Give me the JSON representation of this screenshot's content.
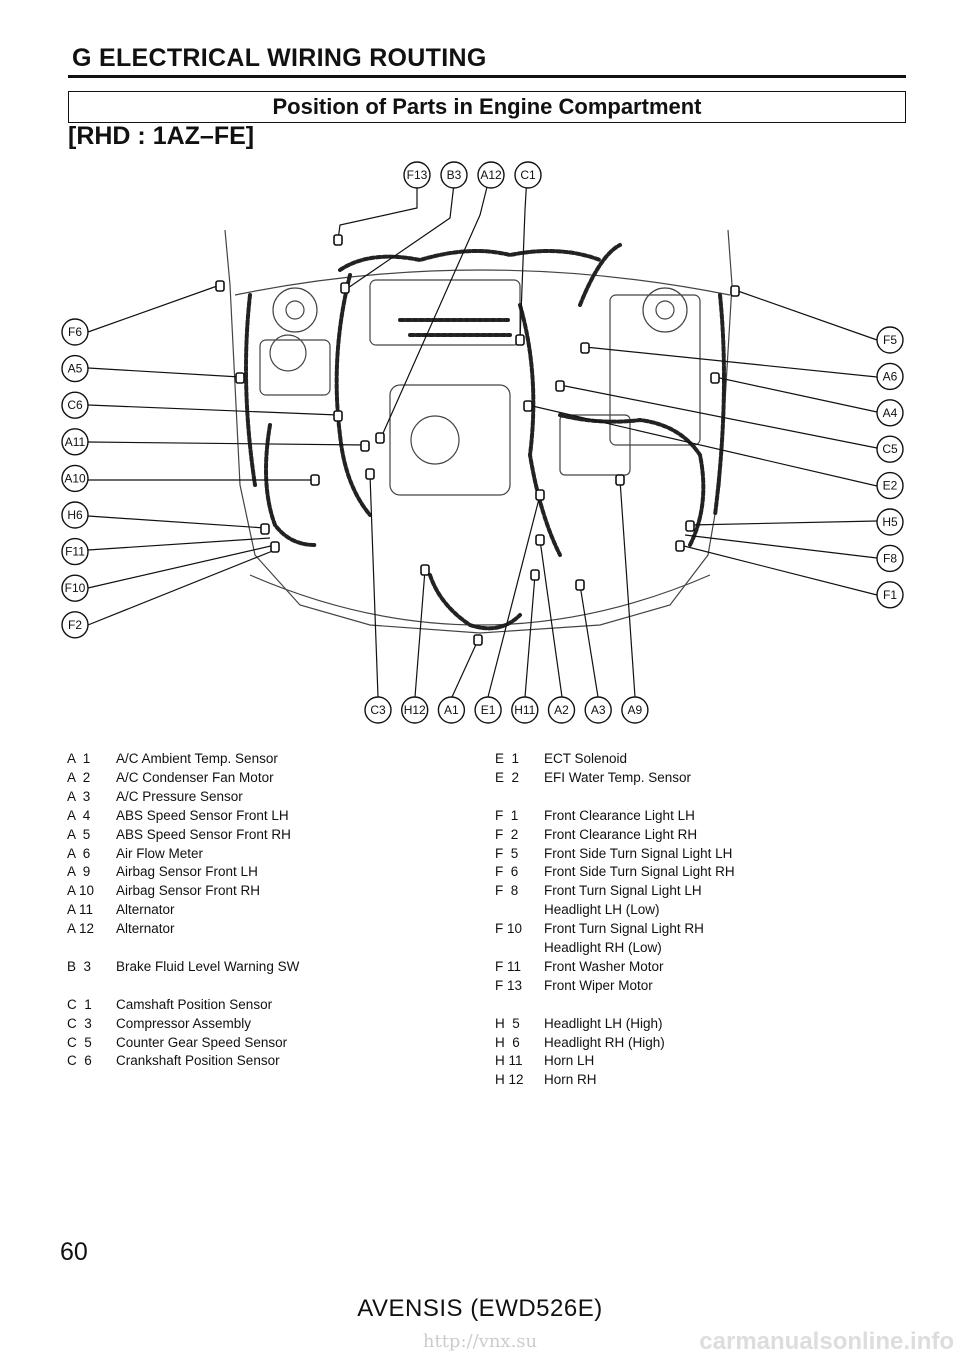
{
  "section_title": "G  ELECTRICAL WIRING ROUTING",
  "heading": "Position of Parts in Engine Compartment",
  "subheading": "[RHD : 1AZ–FE]",
  "callouts_top": [
    "F13",
    "B3",
    "A12",
    "C1"
  ],
  "callouts_left": [
    "F6",
    "A5",
    "C6",
    "A11",
    "A10",
    "H6",
    "F11",
    "F10",
    "F2"
  ],
  "callouts_right": [
    "F5",
    "A6",
    "A4",
    "C5",
    "E2",
    "H5",
    "F8",
    "F1"
  ],
  "callouts_bottom": [
    "C3",
    "H12",
    "A1",
    "E1",
    "H11",
    "A2",
    "A3",
    "A9"
  ],
  "legend_left": [
    {
      "code": "A  1",
      "name": "A/C Ambient Temp. Sensor"
    },
    {
      "code": "A  2",
      "name": "A/C Condenser Fan Motor"
    },
    {
      "code": "A  3",
      "name": "A/C Pressure Sensor"
    },
    {
      "code": "A  4",
      "name": "ABS Speed Sensor Front LH"
    },
    {
      "code": "A  5",
      "name": "ABS Speed Sensor Front RH"
    },
    {
      "code": "A  6",
      "name": "Air Flow Meter"
    },
    {
      "code": "A  9",
      "name": "Airbag Sensor Front LH"
    },
    {
      "code": "A 10",
      "name": "Airbag Sensor Front RH"
    },
    {
      "code": "A 11",
      "name": "Alternator"
    },
    {
      "code": "A 12",
      "name": "Alternator"
    },
    {
      "gap": true
    },
    {
      "code": "B  3",
      "name": "Brake Fluid Level Warning SW"
    },
    {
      "gap": true
    },
    {
      "code": "C  1",
      "name": "Camshaft Position Sensor"
    },
    {
      "code": "C  3",
      "name": "Compressor Assembly"
    },
    {
      "code": "C  5",
      "name": "Counter Gear Speed Sensor"
    },
    {
      "code": "C  6",
      "name": "Crankshaft Position Sensor"
    }
  ],
  "legend_right": [
    {
      "code": "E  1",
      "name": "ECT Solenoid"
    },
    {
      "code": "E  2",
      "name": "EFI Water Temp. Sensor"
    },
    {
      "gap": true
    },
    {
      "code": "F  1",
      "name": "Front Clearance Light LH"
    },
    {
      "code": "F  2",
      "name": "Front Clearance Light RH"
    },
    {
      "code": "F  5",
      "name": "Front Side Turn Signal Light LH"
    },
    {
      "code": "F  6",
      "name": "Front Side Turn Signal Light RH"
    },
    {
      "code": "F  8",
      "name": "Front Turn Signal Light LH"
    },
    {
      "code": "",
      "name": "Headlight LH (Low)"
    },
    {
      "code": "F 10",
      "name": "Front Turn Signal Light RH"
    },
    {
      "code": "",
      "name": "Headlight RH (Low)"
    },
    {
      "code": "F 11",
      "name": "Front Washer Motor"
    },
    {
      "code": "F 13",
      "name": "Front Wiper Motor"
    },
    {
      "gap": true
    },
    {
      "code": "H  5",
      "name": "Headlight LH (High)"
    },
    {
      "code": "H  6",
      "name": "Headlight RH (High)"
    },
    {
      "code": "H 11",
      "name": "Horn LH"
    },
    {
      "code": "H 12",
      "name": "Horn RH"
    }
  ],
  "page_number": "60",
  "footer": "AVENSIS (EWD526E)",
  "watermark_url": "http://vnx.su",
  "watermark_site": "carmanualsonline.info"
}
